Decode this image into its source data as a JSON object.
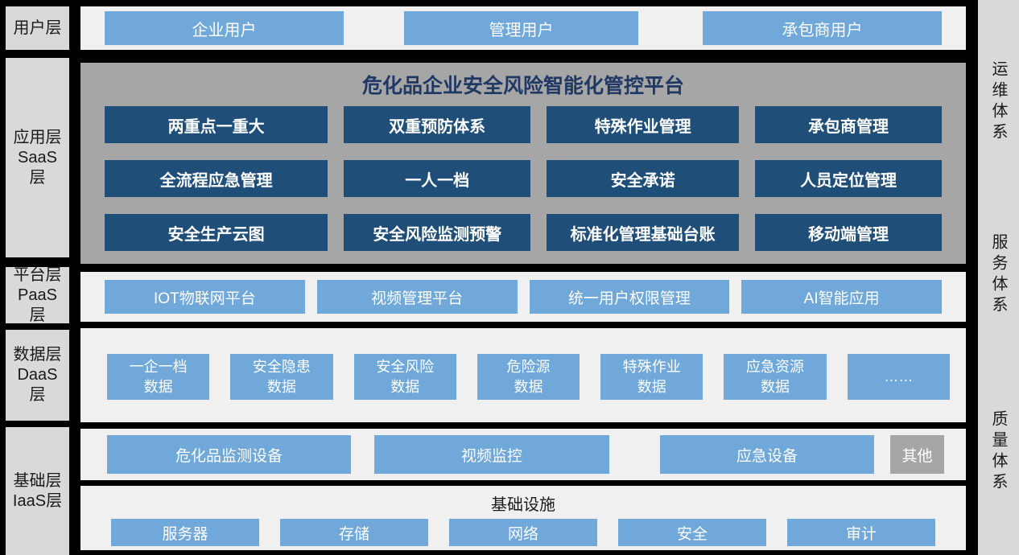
{
  "colors": {
    "background": "#000000",
    "band_bg": "#f0f0f0",
    "light_blue": "#6fa8d9",
    "navy_button": "#1f4e79",
    "navy_title": "#1f3864",
    "panel_gray": "#a6a6a6",
    "label_gray": "#d9d9d9"
  },
  "right_sidebar": {
    "items": [
      "运维体系",
      "服务体系",
      "质量体系"
    ]
  },
  "user_layer": {
    "label": "用户层",
    "buttons": [
      "企业用户",
      "管理用户",
      "承包商用户"
    ]
  },
  "saas_layer": {
    "label_lines": [
      "应用层",
      "SaaS",
      "层"
    ],
    "title": "危化品企业安全风险智能化管控平台",
    "buttons": [
      "两重点一重大",
      "双重预防体系",
      "特殊作业管理",
      "承包商管理",
      "全流程应急管理",
      "一人一档",
      "安全承诺",
      "人员定位管理",
      "安全生产云图",
      "安全风险监测预警",
      "标准化管理基础台账",
      "移动端管理"
    ]
  },
  "paas_layer": {
    "label_lines": [
      "平台层",
      "PaaS",
      "层"
    ],
    "buttons": [
      "IOT物联网平台",
      "视频管理平台",
      "统一用户权限管理",
      "AI智能应用"
    ]
  },
  "daas_layer": {
    "label_lines": [
      "数据层",
      "DaaS",
      "层"
    ],
    "boxes": [
      {
        "line1": "一企一档",
        "line2": "数据"
      },
      {
        "line1": "安全隐患",
        "line2": "数据"
      },
      {
        "line1": "安全风险",
        "line2": "数据"
      },
      {
        "line1": "危险源",
        "line2": "数据"
      },
      {
        "line1": "特殊作业",
        "line2": "数据"
      },
      {
        "line1": "应急资源",
        "line2": "数据"
      },
      {
        "line1": "……",
        "line2": ""
      }
    ]
  },
  "iaas_layer": {
    "label_lines": [
      "基础层",
      "IaaS层"
    ],
    "devices": [
      "危化品监测设备",
      "视频监控",
      "应急设备"
    ],
    "other": "其他",
    "infrastructure": {
      "title": "基础设施",
      "buttons": [
        "服务器",
        "存储",
        "网络",
        "安全",
        "审计"
      ]
    }
  }
}
